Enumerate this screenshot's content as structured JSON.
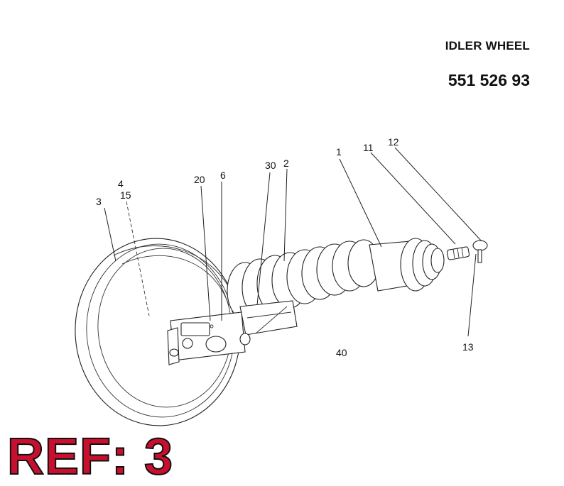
{
  "header": {
    "title": "IDLER WHEEL",
    "part_number": "551 526 93"
  },
  "reference": "REF: 3",
  "callouts": {
    "c1": "1",
    "c2": "2",
    "c3": "3",
    "c4": "4",
    "c6": "6",
    "c11": "11",
    "c12": "12",
    "c13": "13",
    "c15": "15",
    "c20": "20",
    "c30": "30",
    "c40": "40"
  }
}
